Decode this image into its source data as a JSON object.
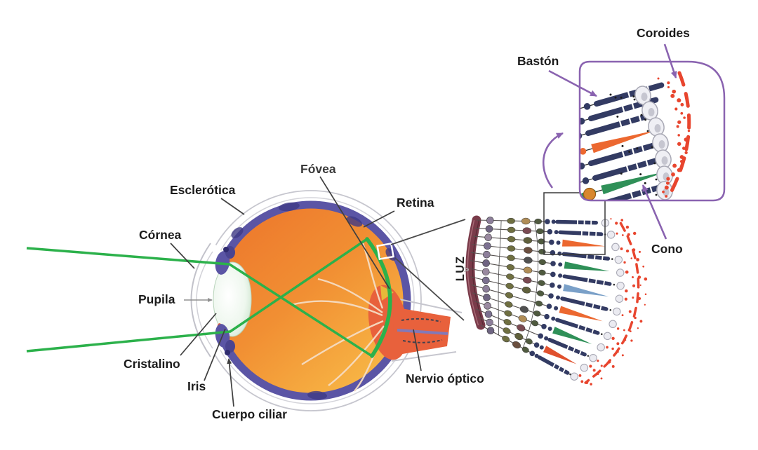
{
  "figure": {
    "type": "anatomical-diagram",
    "subject": "Ojo humano: corte transversal, capas de la retina y fotorreceptores"
  },
  "labels": {
    "sclera": "Esclerótica",
    "cornea": "Córnea",
    "pupil": "Pupila",
    "lens": "Cristalino",
    "iris": "Iris",
    "ciliary_body": "Cuerpo ciliar",
    "fovea": "Fóvea",
    "retina": "Retina",
    "optic_nerve": "Nervio óptico",
    "light": "LUZ",
    "light_chevron": ">",
    "rod": "Bastón",
    "choroid": "Coroides",
    "cone": "Cono"
  },
  "colors": {
    "ray_green": "#2cb14b",
    "callout_purple": "#8a63b0",
    "choroid_red": "#e8452e",
    "rod_navy": "#333b63",
    "cone_orange": "#ec6830",
    "cone_green": "#2f9058",
    "cone_blue": "#7aa0c8",
    "cone_red": "#e0512e",
    "eye_ring_purple": "#5b55a5",
    "vitreous_orange": "#ee7a2e",
    "vitreous_yellow": "#f9c04a",
    "optic_nerve_orange": "#e8613c",
    "retina_band_maroon": "#7a3b4a",
    "pigment_gray": "#ebebf1",
    "fovea_yellow": "#e5b93a",
    "lens_green": "#cde6cd",
    "leader_dark": "#3f3f3f",
    "leader_gray": "#909090"
  }
}
